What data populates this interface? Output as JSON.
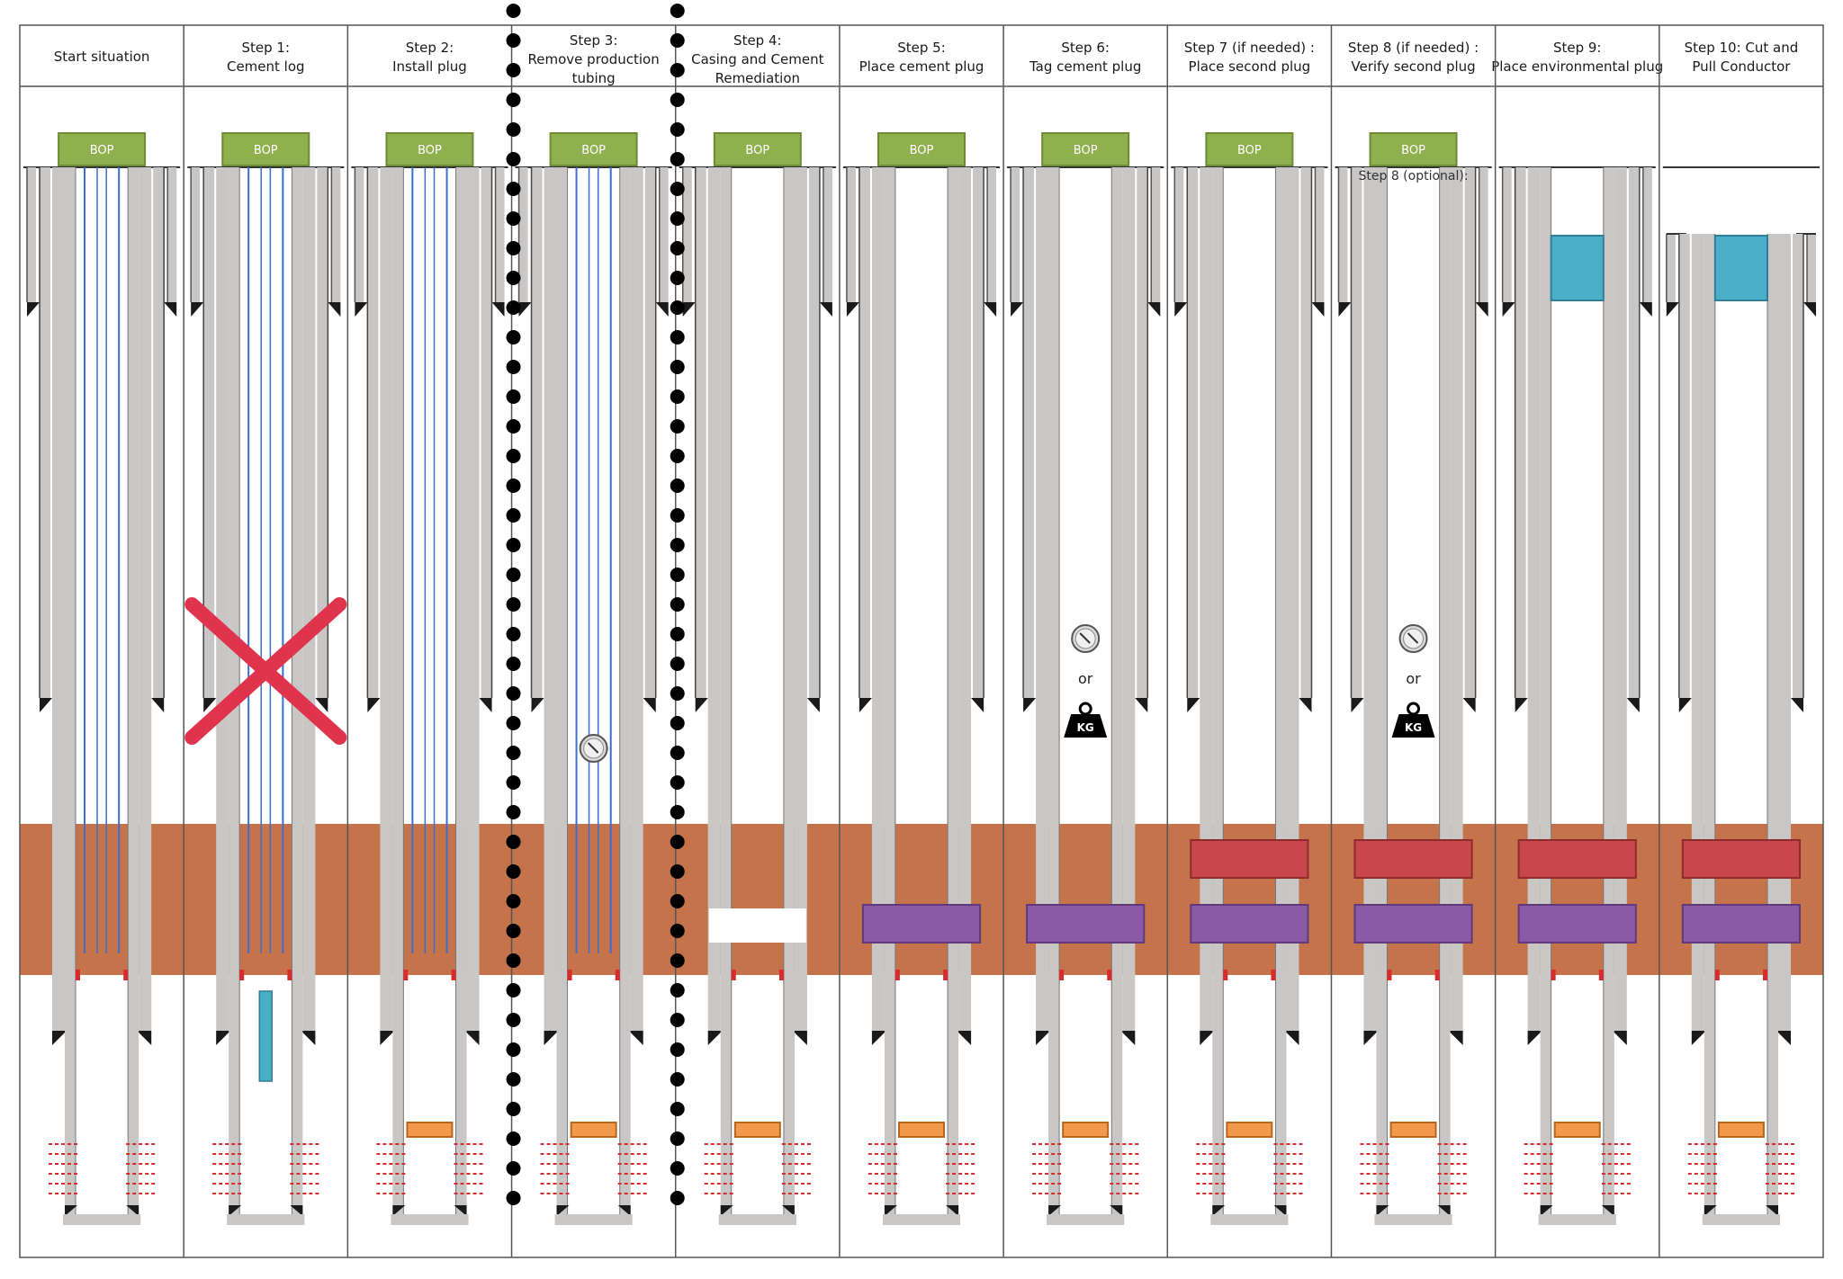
{
  "colors": {
    "bop": "#8fb04e",
    "formation": "#c5734a",
    "casing": "#c9c6c6",
    "tubing_line": "#3a6fd1",
    "red_marker": "#d92b2b",
    "cement_log_tool": "#4aaec8",
    "mechanical_plug": "#f29a4a",
    "cement_plug": "#8a5aa6",
    "second_plug": "#c8474b",
    "environmental_plug": "#4aaec8",
    "failed_x": "#e0334c"
  },
  "bop_label": "BOP",
  "or_label": "or",
  "kg_label": "KG",
  "steps": [
    {
      "title_lines": [
        "Start situation"
      ],
      "bop": true,
      "tubing": true,
      "cement_log": false,
      "failed": false,
      "mech_plug": false,
      "cement_plug": false,
      "second_plug": false,
      "env_plug": false,
      "gauge": false,
      "weight": false,
      "damaged": false,
      "conductor_cut": false
    },
    {
      "title_lines": [
        "Step 1:",
        "Cement log"
      ],
      "bop": true,
      "tubing": true,
      "cement_log": true,
      "failed": true,
      "mech_plug": false,
      "cement_plug": false,
      "second_plug": false,
      "env_plug": false,
      "gauge": false,
      "weight": false,
      "damaged": false,
      "conductor_cut": false
    },
    {
      "title_lines": [
        "Step 2:",
        "Install plug"
      ],
      "bop": true,
      "tubing": true,
      "cement_log": false,
      "failed": false,
      "mech_plug": true,
      "cement_plug": false,
      "second_plug": false,
      "env_plug": false,
      "gauge": false,
      "weight": false,
      "damaged": false,
      "conductor_cut": false
    },
    {
      "title_lines": [
        "Step 3:",
        "Remove production",
        "tubing"
      ],
      "bop": true,
      "tubing": true,
      "cement_log": false,
      "failed": false,
      "mech_plug": true,
      "cement_plug": false,
      "second_plug": false,
      "env_plug": false,
      "gauge": true,
      "weight": false,
      "damaged": false,
      "conductor_cut": false
    },
    {
      "title_lines": [
        "Step 4:",
        "Casing and Cement",
        "Remediation"
      ],
      "bop": true,
      "tubing": false,
      "cement_log": false,
      "failed": false,
      "mech_plug": true,
      "cement_plug": false,
      "second_plug": false,
      "env_plug": false,
      "gauge": false,
      "weight": false,
      "damaged": true,
      "conductor_cut": false
    },
    {
      "title_lines": [
        "Step 5:",
        "Place cement plug"
      ],
      "bop": true,
      "tubing": false,
      "cement_log": false,
      "failed": false,
      "mech_plug": true,
      "cement_plug": true,
      "second_plug": false,
      "env_plug": false,
      "gauge": false,
      "weight": false,
      "damaged": false,
      "conductor_cut": false
    },
    {
      "title_lines": [
        "Step 6:",
        "Tag cement plug"
      ],
      "bop": true,
      "tubing": false,
      "cement_log": false,
      "failed": false,
      "mech_plug": true,
      "cement_plug": true,
      "second_plug": false,
      "env_plug": false,
      "gauge": true,
      "weight": true,
      "damaged": false,
      "conductor_cut": false
    },
    {
      "title_lines": [
        "Step 7 (if needed) :",
        "Place second plug"
      ],
      "bop": true,
      "tubing": false,
      "cement_log": false,
      "failed": false,
      "mech_plug": true,
      "cement_plug": true,
      "second_plug": true,
      "env_plug": false,
      "gauge": false,
      "weight": false,
      "damaged": false,
      "conductor_cut": false
    },
    {
      "title_lines": [
        "Step 8 (if needed) :",
        "Verify second plug"
      ],
      "bop": true,
      "tubing": false,
      "cement_log": false,
      "failed": false,
      "mech_plug": true,
      "cement_plug": true,
      "second_plug": true,
      "env_plug": false,
      "gauge": true,
      "weight": true,
      "damaged": false,
      "conductor_cut": false,
      "note": "Step 8 (optional):"
    },
    {
      "title_lines": [
        "Step 9:",
        "Place environmental plug"
      ],
      "bop": false,
      "tubing": false,
      "cement_log": false,
      "failed": false,
      "mech_plug": true,
      "cement_plug": true,
      "second_plug": true,
      "env_plug": true,
      "gauge": false,
      "weight": false,
      "damaged": false,
      "conductor_cut": false
    },
    {
      "title_lines": [
        "Step 10: Cut and",
        "Pull Conductor"
      ],
      "bop": false,
      "tubing": false,
      "cement_log": false,
      "failed": false,
      "mech_plug": true,
      "cement_plug": true,
      "second_plug": true,
      "env_plug": true,
      "gauge": false,
      "weight": false,
      "damaged": false,
      "conductor_cut": true
    }
  ]
}
